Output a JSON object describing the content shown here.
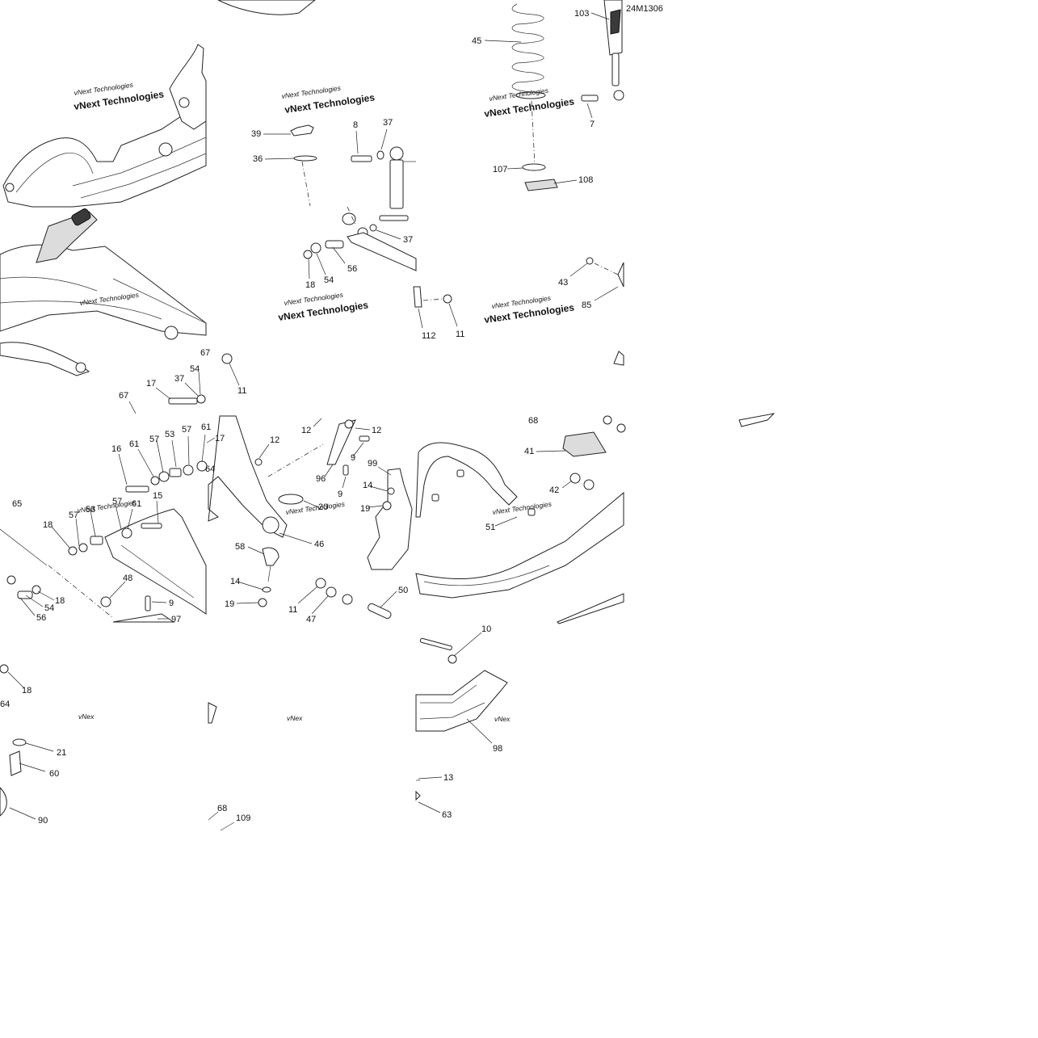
{
  "diagram": {
    "reference_code": "24M1306",
    "watermark": "vNext Technologies",
    "watermarks_partial": [
      "vNex",
      "vNex"
    ],
    "part_labels": [
      "103",
      "45",
      "7",
      "39",
      "8",
      "37",
      "36",
      "107",
      "108",
      "37",
      "18",
      "54",
      "56",
      "43",
      "85",
      "112",
      "11",
      "67",
      "17",
      "37",
      "54",
      "11",
      "67",
      "16",
      "61",
      "57",
      "53",
      "57",
      "61",
      "17",
      "64",
      "65",
      "57",
      "15",
      "61",
      "53",
      "57",
      "18",
      "18",
      "54",
      "56",
      "48",
      "9",
      "97",
      "12",
      "12",
      "12",
      "9",
      "96",
      "9",
      "99",
      "14",
      "19",
      "20",
      "46",
      "58",
      "14",
      "19",
      "11",
      "47",
      "50",
      "68",
      "41",
      "42",
      "51",
      "10",
      "18",
      "64",
      "21",
      "60",
      "90",
      "68",
      "109",
      "98",
      "13",
      "63"
    ]
  }
}
